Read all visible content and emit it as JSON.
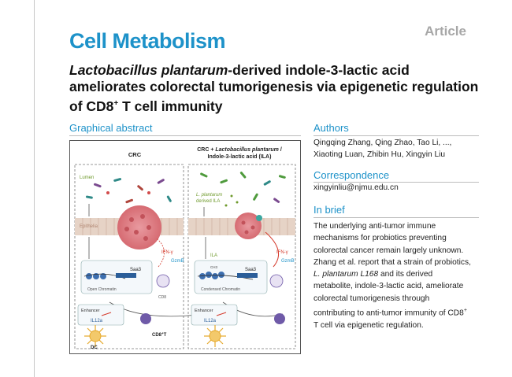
{
  "header": {
    "journal": "Cell Metabolism",
    "article_type": "Article"
  },
  "title": {
    "species": "Lactobacillus plantarum",
    "line_rest": "-derived indole-3-lactic acid ameliorates colorectal tumorigenesis via epigenetic regulation of CD8",
    "sup": "+",
    "tail": " T cell immunity"
  },
  "sections": {
    "graphical_abstract": "Graphical abstract",
    "authors": "Authors",
    "correspondence": "Correspondence",
    "in_brief": "In brief"
  },
  "authors": {
    "line1": "Qingqing Zhang, Qing Zhao, Tao Li, ...,",
    "line2": "Xiaoting Luan, Zhibin Hu, Xingyin Liu"
  },
  "correspondence": {
    "email": "xingyinliu@njmu.edu.cn"
  },
  "in_brief": {
    "p1": "The underlying anti-tumor immune mechanisms for probiotics preventing colorectal cancer remain largely unknown. Zhang et al. report that a strain of probiotics, ",
    "p_italic": "L. plantarum L168",
    "p2": " and its derived metabolite, indole-3-lactic acid, ameliorate colorectal tumorigenesis through contributing to anti-tumor immunity of CD8",
    "sup": "+",
    "p3": " T cell via epigenetic regulation."
  },
  "graphical": {
    "left_header": "CRC",
    "right_header_prefix": "CRC + ",
    "right_header_italic": "Lactobacillus plantarum",
    "right_header_suffix": " /",
    "right_header_line2": "Indole-3-lactic acid (ILA)",
    "lumen": "Lumen",
    "epithelia": "Epithelia",
    "lp_italic": "L. plantarum",
    "derived_ila": "derived ILA",
    "ila": "ILA",
    "ifng": "IFN-γ",
    "gzmb": "GzmB",
    "saa3": "Saa3",
    "open_chromatin": "Open Chromatin",
    "condensed_chromatin": "Condensed Chromatin",
    "ch3": "CH3",
    "enhancer": "Enhancer",
    "il12a": "IL12a",
    "dc": "DC",
    "cd8": "CD8",
    "cd8_sup": "+",
    "t": "T",
    "colors": {
      "accent": "#1d92c9",
      "lumen_green": "#6f9a2c",
      "epithelia": "#c9ab9a",
      "tumor": "#d66b72",
      "ifng": "#d43a2c",
      "dc": "#e6a829",
      "cd8": "#6f5aa8"
    }
  }
}
